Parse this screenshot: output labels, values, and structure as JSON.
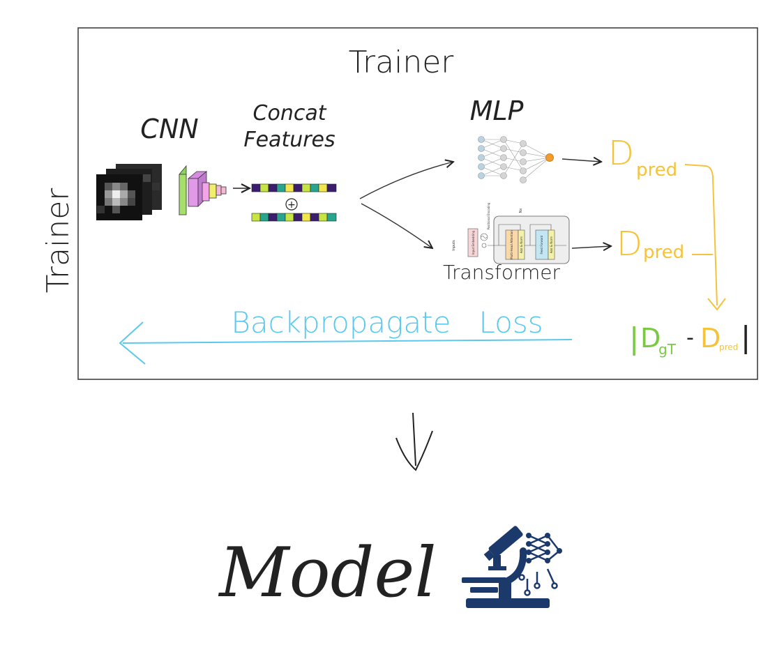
{
  "diagram": {
    "trainer_title": "Trainer",
    "trainer_side_label": "Trainer",
    "cnn_label": "CNN",
    "concat_label_line1": "Concat",
    "concat_label_line2": "Features",
    "mlp_label": "MLP",
    "transformer_label": "Transformer",
    "plus_symbol": "+",
    "d_pred_main": "D",
    "d_pred_sub": "pred",
    "loss_bar_left": "|",
    "loss_d_gt": "D",
    "loss_gt_sub": "gT",
    "loss_minus": "-",
    "loss_d_pred": "D",
    "loss_pred_sub": "pred",
    "loss_bar_right": "|",
    "backprop_label": "Backpropagate   Loss",
    "model_label": "Model",
    "transformer_inner": {
      "inputs": "Inputs",
      "input_embedding": "Input Embedding",
      "positional_encoding": "Positional Encoding",
      "nx": "Nx",
      "multi_head_attention": "Multi-Head Attention",
      "add_norm": "Add & Norm",
      "feed_forward": "Feed Forward"
    }
  },
  "colors": {
    "ink": "#222222",
    "pred": "#f5c33b",
    "gt": "#7ac943",
    "backprop": "#5bc8ef",
    "logo": "#1b3a6b"
  }
}
